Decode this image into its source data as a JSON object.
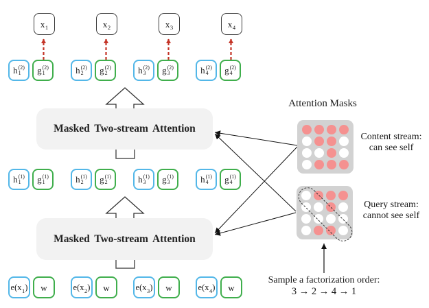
{
  "columns": [
    {
      "x": {
        "base": "x",
        "sub": "1"
      },
      "h_top": {
        "base": "h",
        "sub": "1",
        "sup": "(2)"
      },
      "g_top": {
        "base": "g",
        "sub": "1",
        "sup": "(2)"
      },
      "h_mid": {
        "base": "h",
        "sub": "1",
        "sup": "(1)"
      },
      "g_mid": {
        "base": "g",
        "sub": "1",
        "sup": "(1)"
      },
      "e": {
        "base": "e(x",
        "sub": "1",
        "close": ")"
      },
      "w": "w"
    },
    {
      "x": {
        "base": "x",
        "sub": "2"
      },
      "h_top": {
        "base": "h",
        "sub": "2",
        "sup": "(2)"
      },
      "g_top": {
        "base": "g",
        "sub": "2",
        "sup": "(2)"
      },
      "h_mid": {
        "base": "h",
        "sub": "2",
        "sup": "(1)"
      },
      "g_mid": {
        "base": "g",
        "sub": "2",
        "sup": "(1)"
      },
      "e": {
        "base": "e(x",
        "sub": "2",
        "close": ")"
      },
      "w": "w"
    },
    {
      "x": {
        "base": "x",
        "sub": "3"
      },
      "h_top": {
        "base": "h",
        "sub": "3",
        "sup": "(2)"
      },
      "g_top": {
        "base": "g",
        "sub": "3",
        "sup": "(2)"
      },
      "h_mid": {
        "base": "h",
        "sub": "3",
        "sup": "(1)"
      },
      "g_mid": {
        "base": "g",
        "sub": "3",
        "sup": "(1)"
      },
      "e": {
        "base": "e(x",
        "sub": "3",
        "close": ")"
      },
      "w": "w"
    },
    {
      "x": {
        "base": "x",
        "sub": "4"
      },
      "h_top": {
        "base": "h",
        "sub": "4",
        "sup": "(2)"
      },
      "g_top": {
        "base": "g",
        "sub": "4",
        "sup": "(2)"
      },
      "h_mid": {
        "base": "h",
        "sub": "4",
        "sup": "(1)"
      },
      "g_mid": {
        "base": "g",
        "sub": "4",
        "sup": "(1)"
      },
      "e": {
        "base": "e(x",
        "sub": "4",
        "close": ")"
      },
      "w": "w"
    }
  ],
  "blocks": {
    "upper_label": "Masked Two-stream Attention",
    "lower_label": "Masked Two-stream Attention"
  },
  "masks": {
    "title": "Attention Masks",
    "content": {
      "label_line1": "Content stream:",
      "label_line2": "can see self",
      "grid": [
        [
          1,
          1,
          1,
          1
        ],
        [
          0,
          1,
          1,
          0
        ],
        [
          0,
          0,
          1,
          0
        ],
        [
          0,
          1,
          1,
          1
        ]
      ]
    },
    "query": {
      "label_line1": "Query stream:",
      "label_line2": "cannot see self",
      "grid": [
        [
          0,
          1,
          1,
          1
        ],
        [
          0,
          0,
          1,
          0
        ],
        [
          0,
          0,
          0,
          0
        ],
        [
          0,
          1,
          1,
          0
        ]
      ]
    }
  },
  "factorization": {
    "line1": "Sample a factorization order:",
    "line2": "3 → 2 → 4 → 1"
  },
  "colors": {
    "h_border": "#53b7e8",
    "g_border": "#3fae4c",
    "x_border": "#3a3a3a",
    "red_arrow": "#c43528",
    "dot_filled": "#f59190",
    "dot_empty": "#ffffff",
    "mask_bg": "#d2d2d2",
    "block_bg": "#f2f2f2",
    "line": "#111111"
  }
}
